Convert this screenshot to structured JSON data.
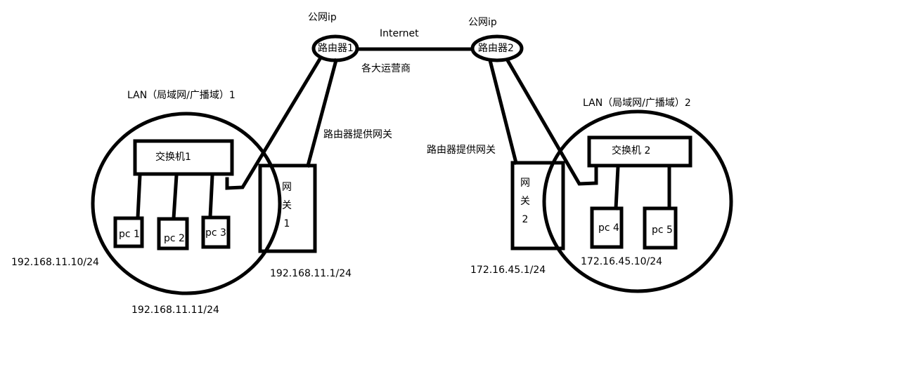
{
  "diagram": {
    "title": "",
    "routers": [
      {
        "id": "router1",
        "label": "路由器1",
        "public_ip_label": "公网ip"
      },
      {
        "id": "router2",
        "label": "路由器2",
        "public_ip_label": "公网ip"
      }
    ],
    "internet_link": {
      "label": "Internet",
      "sublabel": "各大运营商"
    },
    "lans": [
      {
        "id": "lan1",
        "label": "LAN（局域网/广播域）1",
        "switch_label": "交换机1",
        "gateway_chars": [
          "网",
          "关",
          "1"
        ],
        "gateway_note": "路由器提供网关",
        "gateway_ip": "192.168.11.1/24",
        "pcs": [
          "pc 1",
          "pc 2",
          "pc 3"
        ],
        "ip_labels": [
          "192.168.11.10/24",
          "192.168.11.11/24"
        ]
      },
      {
        "id": "lan2",
        "label": "LAN（局域网/广播域）2",
        "switch_label": "交换机 2",
        "gateway_chars": [
          "网",
          "关",
          "2"
        ],
        "gateway_note": "路由器提供网关",
        "gateway_ip": "172.16.45.1/24",
        "pcs": [
          "pc 4",
          "pc 5"
        ],
        "ip_labels": [
          "172.16.45.10/24"
        ]
      }
    ],
    "colors": {
      "stroke": "#000000",
      "background": "#ffffff",
      "text": "#000000"
    }
  }
}
